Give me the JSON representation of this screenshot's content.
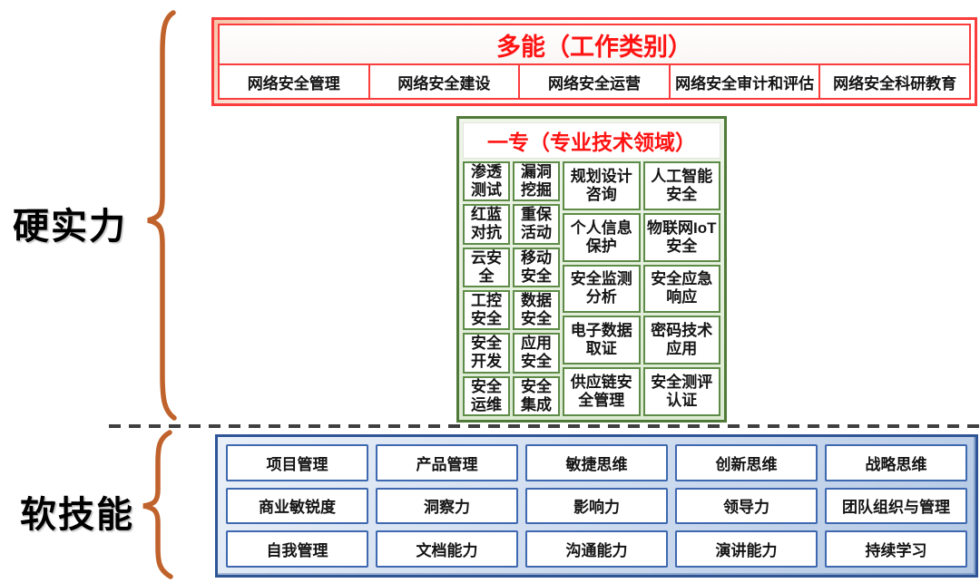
{
  "labels": {
    "hard": "硬实力",
    "soft": "软技能"
  },
  "multi_box": {
    "title": "多能（工作类别）",
    "items": [
      "网络安全管理",
      "网络安全建设",
      "网络安全运营",
      "网络安全审计和评估",
      "网络安全科研教育"
    ]
  },
  "specialty_box": {
    "title": "一专（专业技术领域）",
    "columns": [
      {
        "items": [
          "渗透测试",
          "红蓝对抗",
          "云安全",
          "工控安全",
          "安全开发",
          "安全运维"
        ]
      },
      {
        "items": [
          "漏洞挖掘",
          "重保活动",
          "移动安全",
          "数据安全",
          "应用安全",
          "安全集成"
        ]
      },
      {
        "items": [
          "规划设计咨询",
          "个人信息保护",
          "安全监测分析",
          "电子数据取证",
          "供应链安全管理"
        ]
      },
      {
        "items": [
          "人工智能安全",
          "物联网IoT安全",
          "安全应急响应",
          "密码技术应用",
          "安全测评认证"
        ]
      }
    ]
  },
  "soft_box": {
    "rows": [
      [
        "项目管理",
        "产品管理",
        "敏捷思维",
        "创新思维",
        "战略思维"
      ],
      [
        "商业敏锐度",
        "洞察力",
        "影响力",
        "领导力",
        "团队组织与管理"
      ],
      [
        "自我管理",
        "文档能力",
        "沟通能力",
        "演讲能力",
        "持续学习"
      ]
    ]
  },
  "colors": {
    "red_border": "#FA3C3C",
    "red_title_text": "#FF1313",
    "green_outer_border": "#4F7A38",
    "green_cell_border": "#5E8C48",
    "green_fill": "#E6F0DE",
    "blue_outer_border": "#2F5597",
    "blue_cell_border": "#3E68B0",
    "blue_fill": "#CCDAEE",
    "brace": "#C0622B",
    "dashed_line": "#3F3F3F",
    "text": "#141414"
  }
}
